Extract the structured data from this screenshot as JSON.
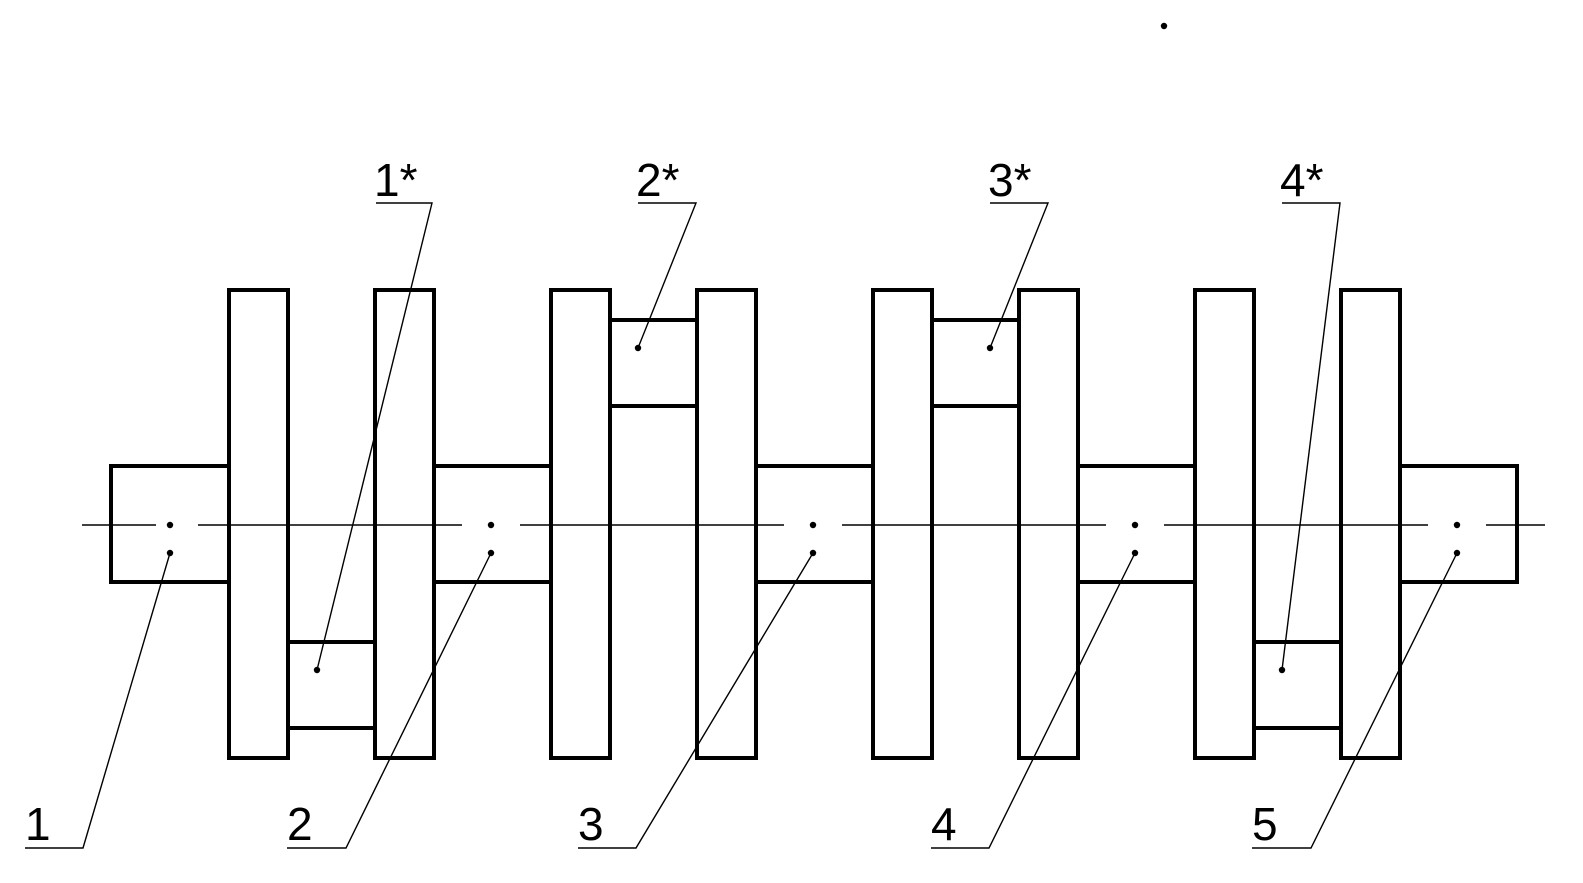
{
  "main_journal_labels": [
    "1",
    "2",
    "3",
    "4",
    "5"
  ],
  "crankpin_labels": [
    "1*",
    "2*",
    "3*",
    "4*"
  ],
  "colors": {
    "stroke": "#000000",
    "background": "#ffffff"
  }
}
